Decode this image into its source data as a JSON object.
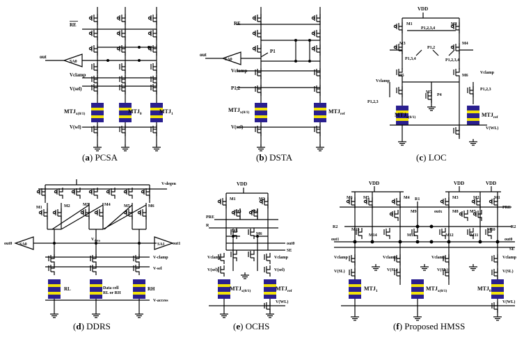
{
  "captions": {
    "a": {
      "letter": "a",
      "name": "PCSA"
    },
    "b": {
      "letter": "b",
      "name": "DSTA"
    },
    "c": {
      "letter": "c",
      "name": "LOC"
    },
    "d": {
      "letter": "d",
      "name": "DDRS"
    },
    "e": {
      "letter": "e",
      "name": "OCHS"
    },
    "f": {
      "letter": "f",
      "name": "Proposed HMSS"
    }
  },
  "pcsa": {
    "re": "RE",
    "out": "out",
    "sa": "SA0",
    "vclamp": "Vclamp",
    "vsel": "V(sel)",
    "vwl": "V(wl)",
    "mtj_x": "MTJ",
    "mtj_x_sub": "x(0/1)",
    "mtj_0": "MTJ",
    "mtj_0_sub": "0",
    "mtj_1": "MTJ",
    "mtj_1_sub": "1"
  },
  "dsta": {
    "re": "RE",
    "out": "out",
    "sa": "SA0",
    "p1": "P1",
    "vclamp": "Vclamp",
    "p12": "P1,2",
    "vsel": "V(sel)",
    "mtj_x": "MTJ",
    "mtj_x_sub": "x(0/1)",
    "mtj_ref": "MTJ",
    "mtj_ref_sub": "ref"
  },
  "loc": {
    "vdd": "VDD",
    "m1": "M1",
    "m2": "M2",
    "p1234": "P1,2,3,4",
    "m3": "M3",
    "m4": "M4",
    "p12": "P1,2",
    "p134": "P1,3,4",
    "p1234b": "P1,2,3,4",
    "m5": "M5",
    "m6": "M6",
    "vclamp_l": "Vclamp",
    "vclamp_r": "Vclamp",
    "m7": "M7",
    "p4": "P4",
    "p123_l": "P1,2,3",
    "p123_r": "P1,2,3",
    "mtj_x": "MTJ",
    "mtj_x_sub": "x(0/1)",
    "mtj_ref": "MTJ",
    "mtj_ref_sub": "ref",
    "vwl": "V(WL)"
  },
  "ddrs": {
    "vdegen": "V-degen",
    "m1": "M1",
    "m2": "M2",
    "m3": "M3",
    "m4": "M4",
    "m5": "M5",
    "m6": "M6",
    "out0": "out0",
    "sa0": "SA0",
    "out1": "out1",
    "sa1": "SA1",
    "vdata": "V",
    "vdata_sub": "data",
    "vclamp": "V-clamp",
    "vsel": "V-sel",
    "vaccess": "V-access",
    "rl": "RL",
    "cell": "Data cell",
    "cell2": "RL or RH",
    "rh": "RH"
  },
  "ochs": {
    "vdd": "VDD",
    "m1": "M1",
    "m2": "M2",
    "m3": "M3",
    "m4": "M4",
    "pre": "PRE",
    "r": "R",
    "m5": "M5",
    "m6": "M6",
    "out0": "out0",
    "se": "SE",
    "vclamp_l": "Vclamp",
    "vclamp_r": "Vclamp",
    "vsel_l": "V(sel)",
    "vsel_r": "V(sel)",
    "mtj_x": "MTJ",
    "mtj_x_sub": "x(0/1)",
    "mtj_ref": "MTJ",
    "mtj_ref_sub": "ref",
    "vwl": "V(WL)"
  },
  "hmss": {
    "vdd1": "VDD",
    "vdd2": "VDD",
    "vdd3": "VDD",
    "m6": "M6",
    "m5": "M5",
    "m4": "M4",
    "m3": "M3",
    "m2": "M2",
    "m1": "M1",
    "m9": "M9",
    "m8": "M8",
    "m7": "M7",
    "r1": "R1",
    "outx": "outx",
    "pre": "PRE",
    "r2l": "R2",
    "r2r": "R2",
    "m15": "M15",
    "m14": "M14",
    "m13": "M13",
    "m12": "M12",
    "m11": "M11",
    "m10": "M10",
    "out0": "out0",
    "out1": "out1",
    "se": "SE",
    "vclamp_l": "Vclamp",
    "vclamp_m1": "Vclamp",
    "vclamp_m2": "Vclamp",
    "vclamp_r": "Vclamp",
    "vsl_l": "V(SL)",
    "vsl_m1": "V(SL)",
    "vsl_m2": "V(SL)",
    "vsl_r": "V(SL)",
    "mtj_1": "MTJ",
    "mtj_1_sub": "1",
    "mtj_x": "MTJ",
    "mtj_x_sub": "x(0/1)",
    "mtj_0": "MTJ",
    "mtj_0_sub": "0",
    "vwl": "V(WL)"
  }
}
